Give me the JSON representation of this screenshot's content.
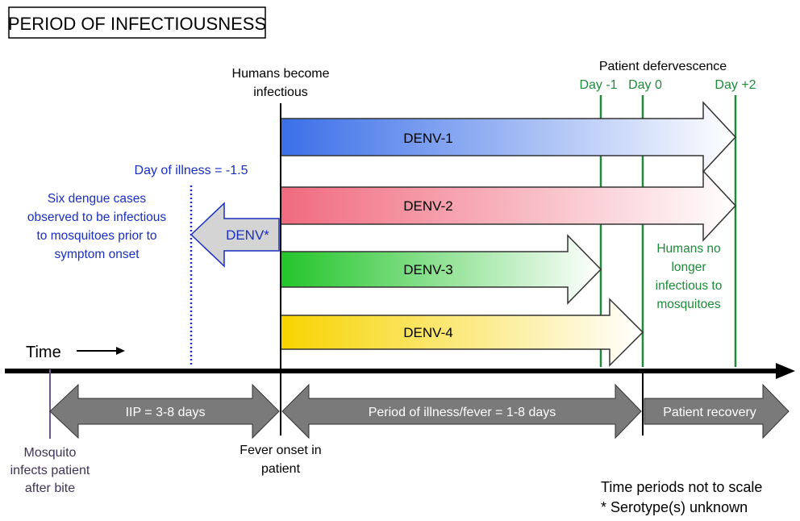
{
  "title": "PERIOD OF INFECTIOUSNESS",
  "labels": {
    "humans_become": "Humans become",
    "infectious": "infectious",
    "patient_defervescence": "Patient defervescence",
    "day_minus1": "Day -1",
    "day0": "Day 0",
    "day_plus2": "Day +2",
    "day_of_illness": "Day of illness = -1.5",
    "six_cases": [
      "Six dengue cases",
      "observed to be infectious",
      "to mosquitoes prior to",
      "symptom onset"
    ],
    "no_longer": [
      "Humans no",
      "longer",
      "infectious to",
      "mosquitoes"
    ],
    "time": "Time",
    "mosquito": [
      "Mosquito",
      "infects patient",
      "after bite"
    ],
    "fever_onset": [
      "Fever onset in",
      "patient"
    ],
    "note1": "Time periods not to scale",
    "note2": "* Serotype(s) unknown"
  },
  "serotypes": {
    "denv1": "DENV-1",
    "denv2": "DENV-2",
    "denv3": "DENV-3",
    "denv4": "DENV-4",
    "denv_unknown": "DENV*"
  },
  "periods": {
    "iip": "IIP = 3-8 days",
    "illness": "Period of illness/fever = 1-8 days",
    "recovery": "Patient recovery"
  },
  "colors": {
    "denv1": "#3a6fe8",
    "denv2": "#f06a7e",
    "denv3": "#22c52a",
    "denv4": "#f7d400",
    "blue_text": "#1a2fbf",
    "green": "#1f8a3a",
    "gray_arrow": "#7a7a7a",
    "axis": "#000000",
    "mosquito_line": "#6c5a8a"
  }
}
